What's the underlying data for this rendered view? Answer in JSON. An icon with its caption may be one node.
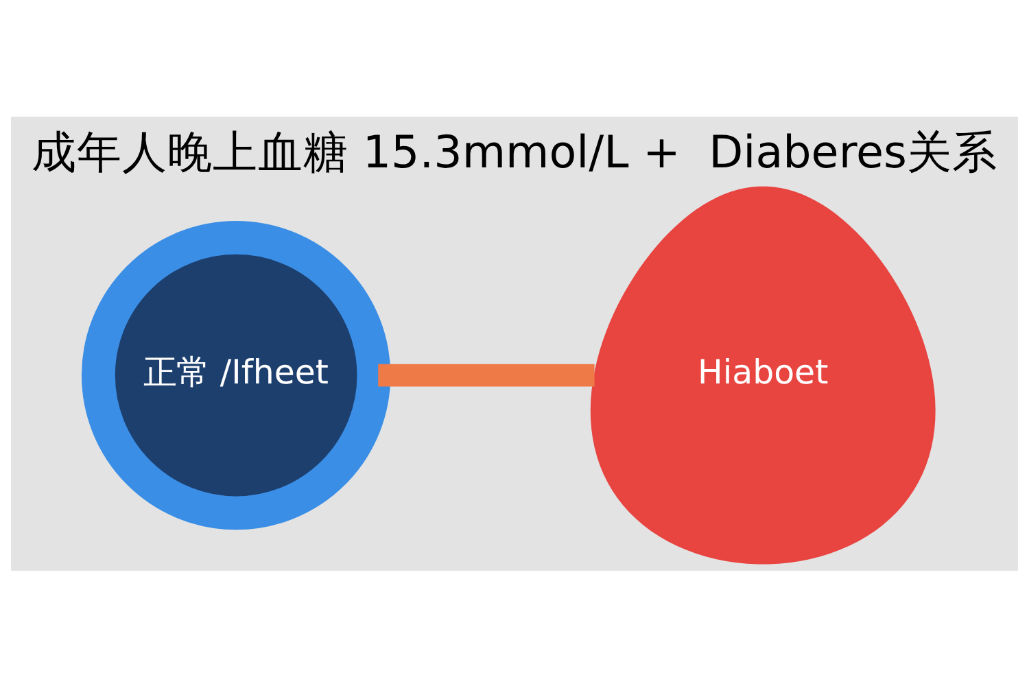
{
  "diagram": {
    "title": "成年人晚上血糖 15.3mmol/L +  Diaberes关系",
    "nodes": [
      {
        "text": [
          "正常 /Ifheet"
        ]
      },
      {
        "text": [
          "Hiaboet"
        ]
      }
    ],
    "edges": [
      {
        "from": 0,
        "to": 1,
        "arrow": "none",
        "color": "#ee7a48"
      }
    ]
  }
}
